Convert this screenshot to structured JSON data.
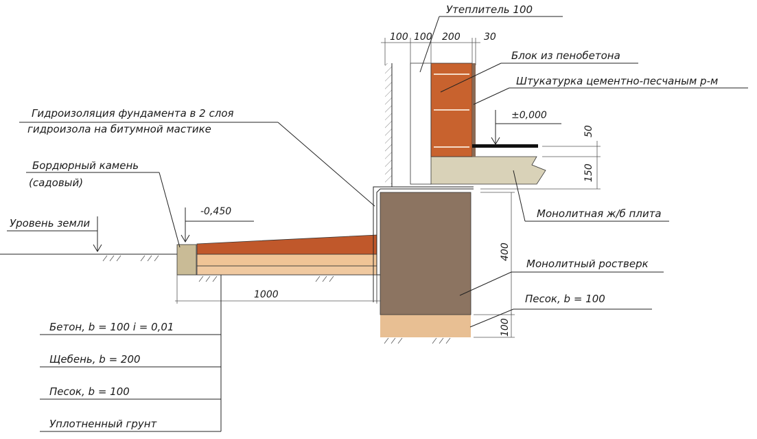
{
  "labels": {
    "insulation": "Утеплитель 100",
    "block": "Блок из пенобетона",
    "plaster": "Штукатурка цементно-песчаным р-м",
    "level_zero": "±0,000",
    "waterproof_1": "Гидроизоляция фундамента в 2 слоя",
    "waterproof_2": "гидроизола на битумной мастике",
    "curb_1": "Бордюрный камень",
    "curb_2": "(садовый)",
    "ground_level": "Уровень земли",
    "level_minus": "-0,450",
    "slab": "Монолитная ж/б плита",
    "grillage": "Монолитный ростверк",
    "sand_right": "Песок, b = 100",
    "concrete": "Бетон, b = 100 i = 0,01",
    "gravel": "Щебень, b = 200",
    "sand_left": "Песок, b = 100",
    "compacted": "Уплотненный грунт"
  },
  "dimensions": {
    "top_100a": "100",
    "top_100b": "100",
    "top_200": "200",
    "top_30": "30",
    "right_50": "50",
    "right_150": "150",
    "right_400": "400",
    "right_100": "100",
    "bottom_1000": "1000"
  },
  "colors": {
    "brick": "#c8622e",
    "slab": "#d9d2b8",
    "grillage": "#8c7461",
    "sand": "#e8bf93",
    "curb": "#c9bb96",
    "concrete_top": "#c0582b",
    "gravel": "#f0c496"
  }
}
